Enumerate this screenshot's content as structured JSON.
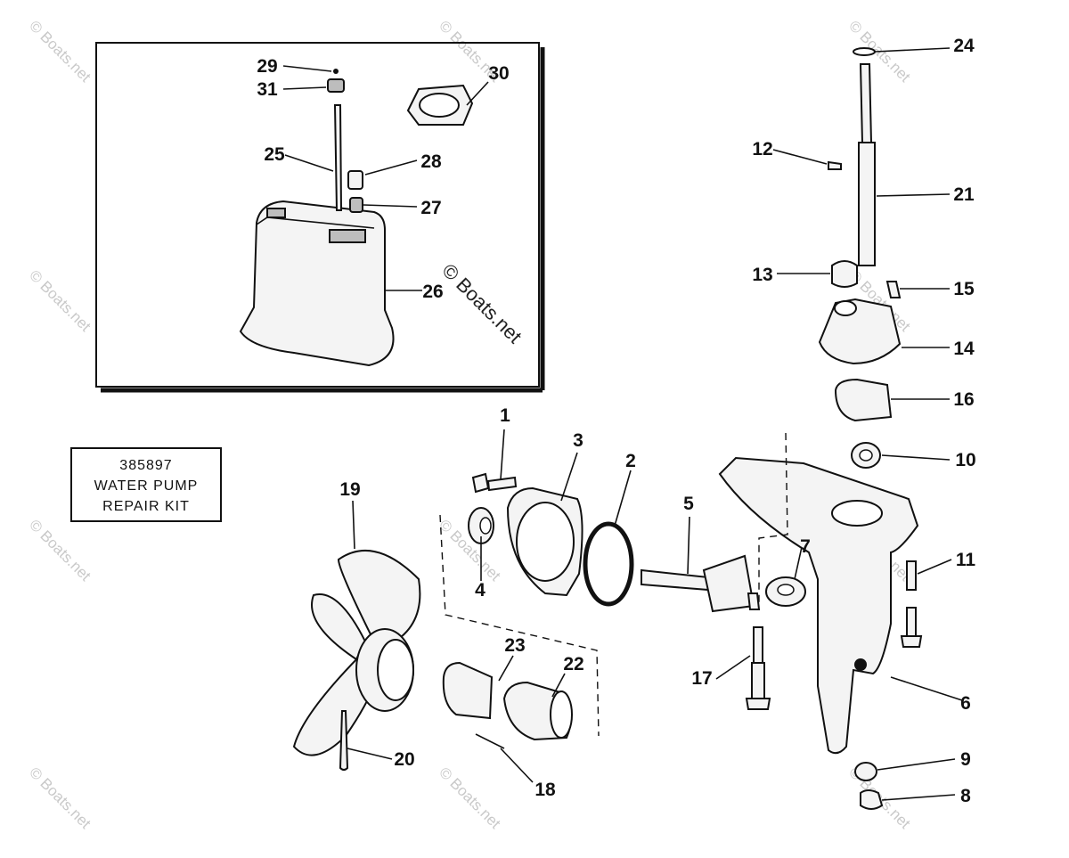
{
  "diagram": {
    "watermark": "© Boats.net",
    "kit_box": {
      "part_number": "385897",
      "line1": "WATER PUMP",
      "line2": "REPAIR KIT"
    },
    "callouts": [
      "1",
      "2",
      "3",
      "4",
      "5",
      "6",
      "7",
      "8",
      "9",
      "10",
      "11",
      "12",
      "13",
      "14",
      "15",
      "16",
      "17",
      "18",
      "19",
      "20",
      "21",
      "22",
      "23",
      "24",
      "25",
      "26",
      "27",
      "28",
      "29",
      "30",
      "31"
    ]
  }
}
